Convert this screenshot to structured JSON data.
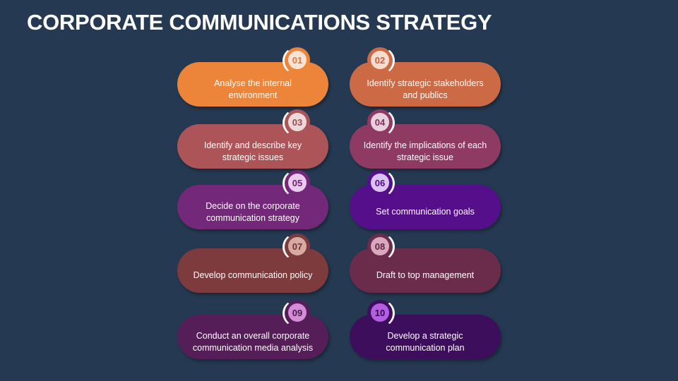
{
  "title": "CORPORATE COMMUNICATIONS STRATEGY",
  "steps": [
    {
      "number": "01",
      "text": "Analyse the internal environment",
      "color": "#ec843a",
      "badge_fill": "#fbe3d3",
      "number_color": "#e2773a"
    },
    {
      "number": "02",
      "text": "Identify strategic stakeholders and publics",
      "color": "#cb6a45",
      "badge_fill": "#f6dccf",
      "number_color": "#c0613f"
    },
    {
      "number": "03",
      "text": "Identify and describe key strategic issues",
      "color": "#ad5458",
      "badge_fill": "#eed9da",
      "number_color": "#9c4a4e"
    },
    {
      "number": "04",
      "text": "Identify the implications of each strategic issue",
      "color": "#8e3a63",
      "badge_fill": "#e8d0dd",
      "number_color": "#80335a"
    },
    {
      "number": "05",
      "text": "Decide on the corporate communication strategy",
      "color": "#74287a",
      "badge_fill": "#eacbed",
      "number_color": "#6a2470"
    },
    {
      "number": "06",
      "text": "Set communication goals",
      "color": "#560f8a",
      "badge_fill": "#dcc2f2",
      "number_color": "#4d0d80"
    },
    {
      "number": "07",
      "text": "Develop communication policy",
      "color": "#7e3b3d",
      "badge_fill": "#d9aaa2",
      "number_color": "#6e3032"
    },
    {
      "number": "08",
      "text": "Draft to top management",
      "color": "#6b2c4b",
      "badge_fill": "#d9a8be",
      "number_color": "#5e2540"
    },
    {
      "number": "09",
      "text": "Conduct an overall corporate communication media analysis",
      "color": "#561e58",
      "badge_fill": "#d38cd5",
      "number_color": "#4a1a4d"
    },
    {
      "number": "10",
      "text": "Develop a strategic communication plan",
      "color": "#3d0e5c",
      "badge_fill": "#b45ee2",
      "number_color": "#2e0a47"
    }
  ]
}
